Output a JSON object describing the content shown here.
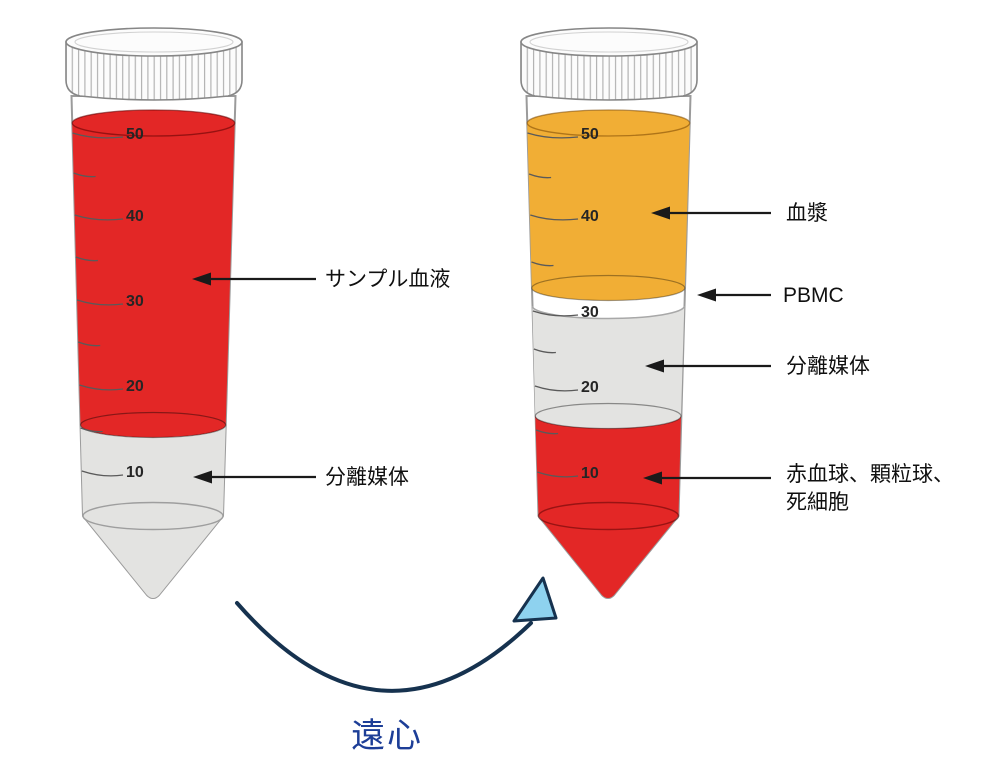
{
  "diagram": {
    "subject": "pbmc-density-gradient-centrifugation",
    "process_label": "遠心"
  },
  "tubes": {
    "ticks": [
      "50",
      "40",
      "30",
      "20",
      "10"
    ],
    "left": {
      "name": "before-centrifugation-tube",
      "layers": [
        {
          "name": "sample-blood",
          "color": "#e32726"
        },
        {
          "name": "separation-medium",
          "color": "#e3e3e1"
        }
      ]
    },
    "right": {
      "name": "after-centrifugation-tube",
      "layers": [
        {
          "name": "plasma",
          "color": "#f1ae35"
        },
        {
          "name": "pbmc",
          "color": "#ffffff"
        },
        {
          "name": "separation-medium",
          "color": "#e3e3e1"
        },
        {
          "name": "erythrocytes-granulocytes-dead-cells",
          "color": "#e32726"
        }
      ]
    }
  },
  "labels": {
    "sample_blood": "サンプル血液",
    "separation_medium_left": "分離媒体",
    "plasma": "血漿",
    "pbmc": "PBMC",
    "separation_medium_right": "分離媒体",
    "rbc_line1": "赤血球、顆粒球、",
    "rbc_line2": "死細胞",
    "centrifuge": "遠心"
  },
  "colors": {
    "blood_red": "#e32726",
    "plasma_orange": "#f1ae35",
    "medium_gray": "#e3e3e1",
    "tube_outline": "#9b9b9b",
    "arrow_black": "#1a1a1a",
    "curve_navy": "#16324f",
    "arrowhead_fill": "#8ed2ef",
    "centrifuge_blue": "#1d3e97"
  }
}
